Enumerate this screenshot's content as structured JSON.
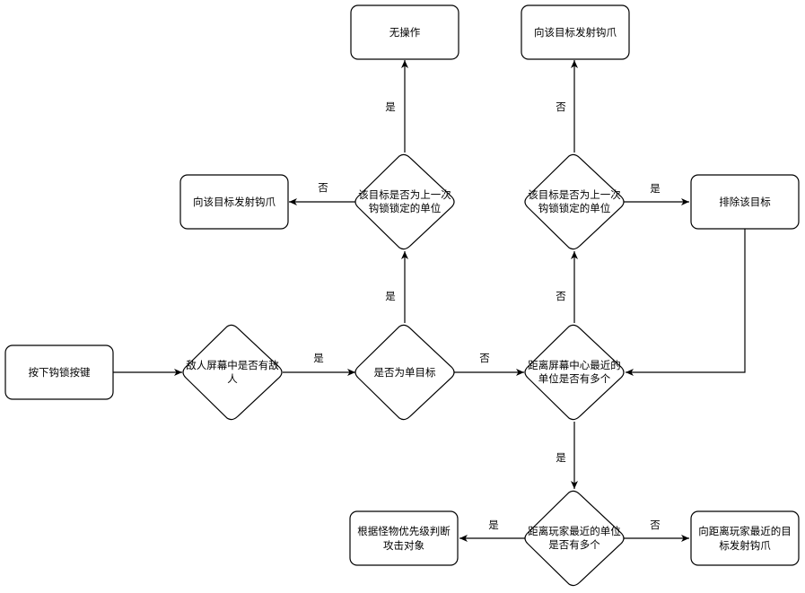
{
  "nodes": {
    "press_hook_key": "按下钩锁按键",
    "enemy_on_screen": [
      "敌人屏幕中是否有敌",
      "人"
    ],
    "single_target": "是否为单目标",
    "multi_nearest_center": [
      "距离屏幕中心最近的",
      "单位是否有多个"
    ],
    "multi_nearest_player": [
      "距离玩家最近的单位",
      "是否有多个"
    ],
    "priority_judge": [
      "根据怪物优先级判断",
      "攻击对象"
    ],
    "fire_nearest_player": [
      "向距离玩家最近的目",
      "标发射钩爪"
    ],
    "last_locked_left": [
      "该目标是否为上一次",
      "钩锁锁定的单位"
    ],
    "last_locked_right": [
      "该目标是否为上一次",
      "钩锁锁定的单位"
    ],
    "no_action": "无操作",
    "fire_left": "向该目标发射钩爪",
    "fire_top_right": "向该目标发射钩爪",
    "exclude_target": "排除该目标"
  },
  "edge_labels": {
    "enemy_to_single_yes": "是",
    "single_to_center_no": "否",
    "single_to_left_yes": "是",
    "left_to_noaction_yes": "是",
    "left_to_fire_no": "否",
    "center_to_right_no": "否",
    "right_to_fire_no": "否",
    "right_to_exclude_yes": "是",
    "center_to_player_yes": "是",
    "player_to_priority_yes": "是",
    "player_to_fire_no": "否"
  }
}
